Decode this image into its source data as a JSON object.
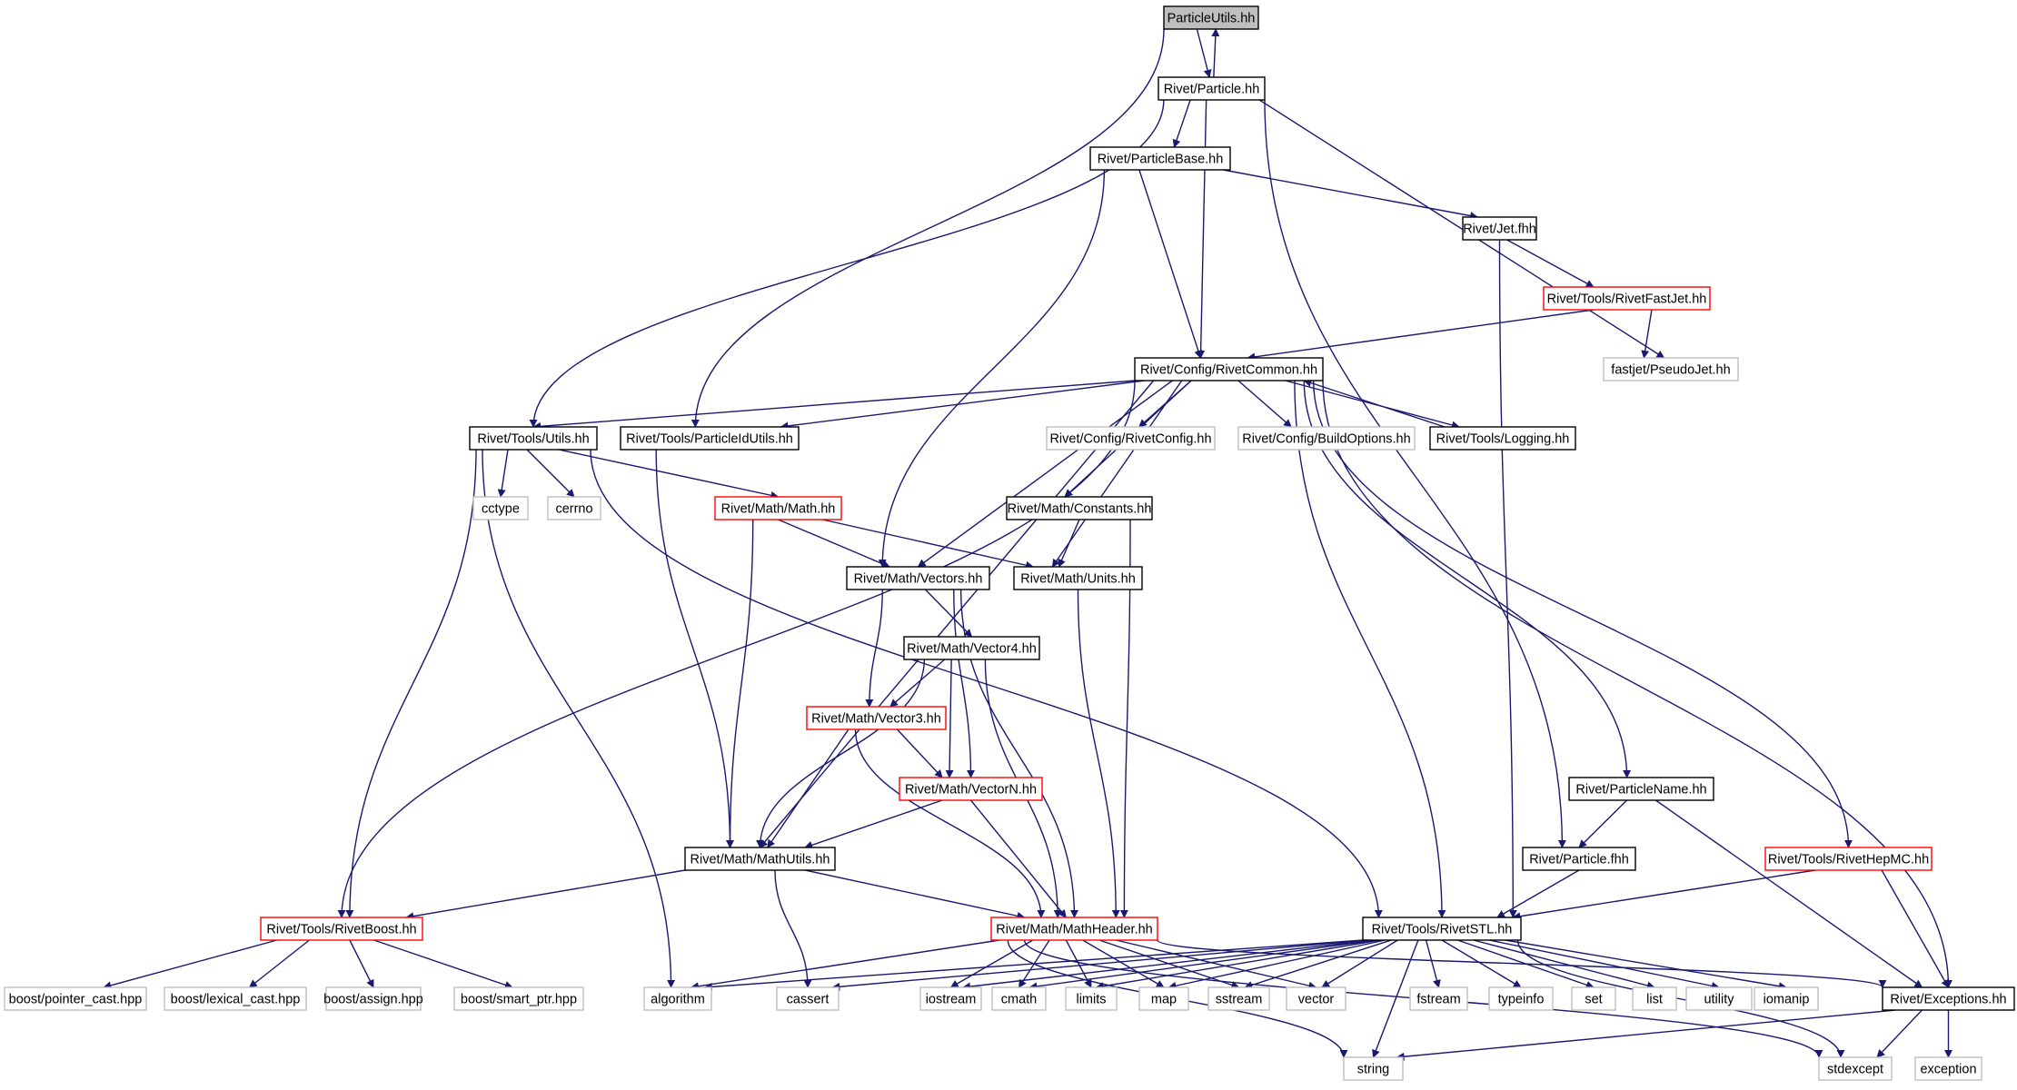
{
  "colors": {
    "edge": "#191970",
    "arrow": "#191970",
    "border_documented": "#000000",
    "border_truncated": "#ff0000",
    "border_external": "#bfbfbf",
    "fill_root": "#bfbfbf",
    "fill_default": "#ffffff"
  },
  "nodes": [
    {
      "id": "n_particleutils",
      "label": "ParticleUtils.hh",
      "kind": "root"
    },
    {
      "id": "n_particle",
      "label": "Rivet/Particle.hh",
      "kind": "documented"
    },
    {
      "id": "n_particlebase",
      "label": "Rivet/ParticleBase.hh",
      "kind": "documented"
    },
    {
      "id": "n_jetfhh",
      "label": "Rivet/Jet.fhh",
      "kind": "documented"
    },
    {
      "id": "n_fastjet_tools",
      "label": "Rivet/Tools/RivetFastJet.hh",
      "kind": "truncated"
    },
    {
      "id": "n_pseudojet",
      "label": "fastjet/PseudoJet.hh",
      "kind": "external"
    },
    {
      "id": "n_rivetcommon",
      "label": "Rivet/Config/RivetCommon.hh",
      "kind": "documented"
    },
    {
      "id": "n_utils",
      "label": "Rivet/Tools/Utils.hh",
      "kind": "documented"
    },
    {
      "id": "n_pidutils",
      "label": "Rivet/Tools/ParticleIdUtils.hh",
      "kind": "documented"
    },
    {
      "id": "n_rivetconfig",
      "label": "Rivet/Config/RivetConfig.hh",
      "kind": "external"
    },
    {
      "id": "n_buildoptions",
      "label": "Rivet/Config/BuildOptions.hh",
      "kind": "external"
    },
    {
      "id": "n_logging",
      "label": "Rivet/Tools/Logging.hh",
      "kind": "documented"
    },
    {
      "id": "n_cctype",
      "label": "cctype",
      "kind": "external"
    },
    {
      "id": "n_cerrno",
      "label": "cerrno",
      "kind": "external"
    },
    {
      "id": "n_math",
      "label": "Rivet/Math/Math.hh",
      "kind": "truncated"
    },
    {
      "id": "n_constants",
      "label": "Rivet/Math/Constants.hh",
      "kind": "documented"
    },
    {
      "id": "n_vectors",
      "label": "Rivet/Math/Vectors.hh",
      "kind": "documented"
    },
    {
      "id": "n_units",
      "label": "Rivet/Math/Units.hh",
      "kind": "documented"
    },
    {
      "id": "n_vector4",
      "label": "Rivet/Math/Vector4.hh",
      "kind": "documented"
    },
    {
      "id": "n_vector3",
      "label": "Rivet/Math/Vector3.hh",
      "kind": "truncated"
    },
    {
      "id": "n_vectorn",
      "label": "Rivet/Math/VectorN.hh",
      "kind": "truncated"
    },
    {
      "id": "n_mathutils",
      "label": "Rivet/Math/MathUtils.hh",
      "kind": "documented"
    },
    {
      "id": "n_particlename",
      "label": "Rivet/ParticleName.hh",
      "kind": "documented"
    },
    {
      "id": "n_particlefhh",
      "label": "Rivet/Particle.fhh",
      "kind": "documented"
    },
    {
      "id": "n_hepmc",
      "label": "Rivet/Tools/RivetHepMC.hh",
      "kind": "truncated"
    },
    {
      "id": "n_rivetboost",
      "label": "Rivet/Tools/RivetBoost.hh",
      "kind": "truncated"
    },
    {
      "id": "n_mathheader",
      "label": "Rivet/Math/MathHeader.hh",
      "kind": "truncated"
    },
    {
      "id": "n_rivetstl",
      "label": "Rivet/Tools/RivetSTL.hh",
      "kind": "documented"
    },
    {
      "id": "n_exceptions",
      "label": "Rivet/Exceptions.hh",
      "kind": "documented"
    },
    {
      "id": "n_pointer_cast",
      "label": "boost/pointer_cast.hpp",
      "kind": "external"
    },
    {
      "id": "n_lexical_cast",
      "label": "boost/lexical_cast.hpp",
      "kind": "external"
    },
    {
      "id": "n_assign",
      "label": "boost/assign.hpp",
      "kind": "external"
    },
    {
      "id": "n_smart_ptr",
      "label": "boost/smart_ptr.hpp",
      "kind": "external"
    },
    {
      "id": "n_algorithm",
      "label": "algorithm",
      "kind": "external"
    },
    {
      "id": "n_cassert",
      "label": "cassert",
      "kind": "external"
    },
    {
      "id": "n_iostream",
      "label": "iostream",
      "kind": "external"
    },
    {
      "id": "n_cmath",
      "label": "cmath",
      "kind": "external"
    },
    {
      "id": "n_limits",
      "label": "limits",
      "kind": "external"
    },
    {
      "id": "n_map",
      "label": "map",
      "kind": "external"
    },
    {
      "id": "n_sstream",
      "label": "sstream",
      "kind": "external"
    },
    {
      "id": "n_vector",
      "label": "vector",
      "kind": "external"
    },
    {
      "id": "n_fstream",
      "label": "fstream",
      "kind": "external"
    },
    {
      "id": "n_typeinfo",
      "label": "typeinfo",
      "kind": "external"
    },
    {
      "id": "n_set",
      "label": "set",
      "kind": "external"
    },
    {
      "id": "n_list",
      "label": "list",
      "kind": "external"
    },
    {
      "id": "n_utility",
      "label": "utility",
      "kind": "external"
    },
    {
      "id": "n_iomanip",
      "label": "iomanip",
      "kind": "external"
    },
    {
      "id": "n_exception",
      "label": "exception",
      "kind": "external"
    },
    {
      "id": "n_string",
      "label": "string",
      "kind": "external"
    },
    {
      "id": "n_stdexcept",
      "label": "stdexcept",
      "kind": "external"
    }
  ]
}
